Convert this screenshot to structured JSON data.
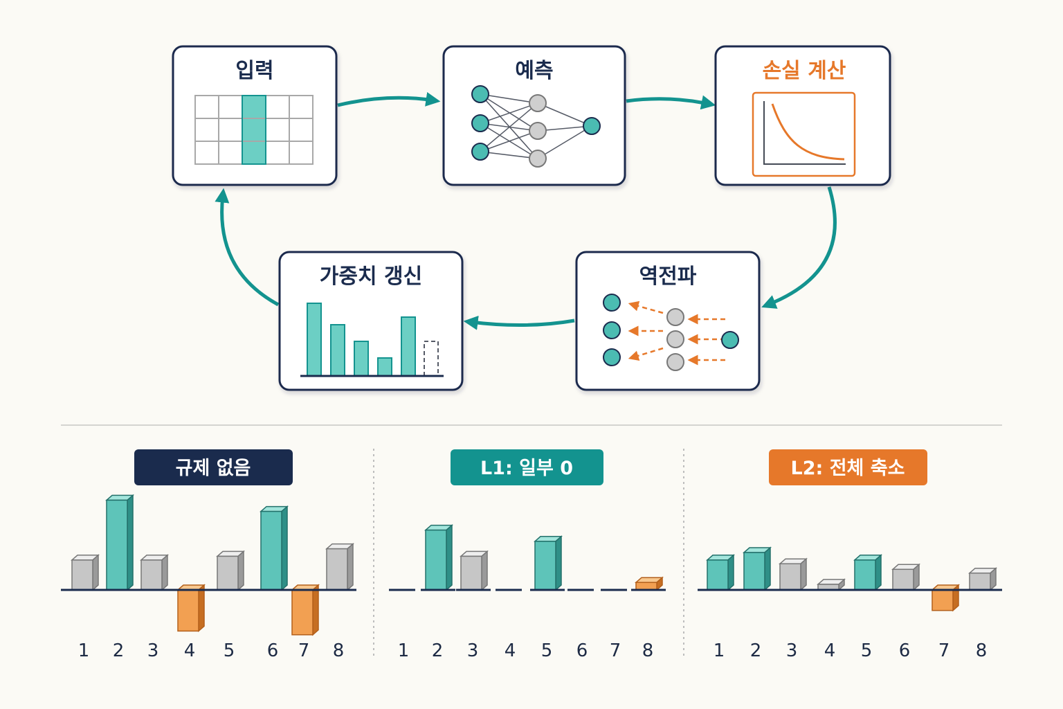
{
  "colors": {
    "navy": "#1a2b4d",
    "teal": "#13938f",
    "teal_light": "#6ccfc4",
    "orange": "#e6782a",
    "orange_light": "#f2a45a",
    "gray": "#c2c2c2",
    "panel_bg": "#ffffff",
    "page_bg": "#fbfaf5"
  },
  "cycle": {
    "steps": {
      "input": {
        "title": "입력",
        "icon": "data-grid-icon"
      },
      "predict": {
        "title": "예측",
        "icon": "neural-network-icon"
      },
      "loss": {
        "title": "손실 계산",
        "icon": "loss-curve-icon"
      },
      "backprop": {
        "title": "역전파",
        "icon": "backpropagation-icon"
      },
      "update": {
        "title": "가중치 갱신",
        "icon": "bar-update-icon"
      }
    }
  },
  "panels": [
    {
      "label": "규제 없음",
      "badge_color": "#1a2b4d"
    },
    {
      "label": "L1: 일부 0",
      "badge_color": "#13938f"
    },
    {
      "label": "L2: 전체 축소",
      "badge_color": "#e6782a"
    }
  ],
  "chart_data": [
    {
      "type": "bar",
      "title": "규제 없음",
      "categories": [
        "1",
        "2",
        "3",
        "4",
        "5",
        "6",
        "7",
        "8"
      ],
      "values": [
        0.8,
        2.4,
        0.8,
        -1.1,
        0.9,
        2.1,
        -1.2,
        1.1
      ],
      "colors": [
        "gray",
        "teal",
        "gray",
        "orange",
        "gray",
        "teal",
        "orange",
        "gray"
      ]
    },
    {
      "type": "bar",
      "title": "L1: 일부 0",
      "categories": [
        "1",
        "2",
        "3",
        "4",
        "5",
        "6",
        "7",
        "8"
      ],
      "values": [
        0,
        1.6,
        0.9,
        0,
        1.3,
        0,
        0,
        0.2
      ],
      "colors": [
        "zero",
        "teal",
        "gray",
        "zero",
        "teal",
        "zero",
        "zero",
        "orange"
      ]
    },
    {
      "type": "bar",
      "title": "L2: 전체 축소",
      "categories": [
        "1",
        "2",
        "3",
        "4",
        "5",
        "6",
        "7",
        "8"
      ],
      "values": [
        0.8,
        1.0,
        0.7,
        0.15,
        0.8,
        0.55,
        -0.55,
        0.45
      ],
      "colors": [
        "teal",
        "teal",
        "gray",
        "gray",
        "teal",
        "gray",
        "orange",
        "gray"
      ]
    }
  ]
}
